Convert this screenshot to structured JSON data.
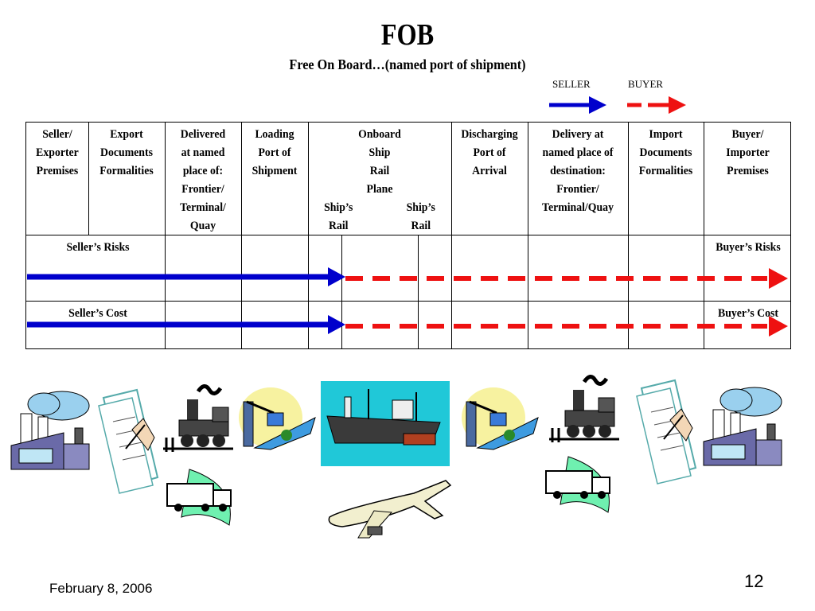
{
  "title": "FOB",
  "subtitle": "Free On Board…(named port of shipment)",
  "legend": {
    "seller": "SELLER",
    "buyer": "BUYER",
    "seller_color": "#0000cc",
    "buyer_color": "#ee1111"
  },
  "columns": [
    {
      "lines": [
        "Seller/",
        "Exporter",
        "Premises"
      ]
    },
    {
      "lines": [
        "Export",
        "Documents",
        "Formalities"
      ]
    },
    {
      "lines": [
        "Delivered",
        "at named",
        "place of:",
        "Frontier/",
        "Terminal/",
        "Quay"
      ]
    },
    {
      "lines": [
        "Loading",
        "Port of",
        "Shipment"
      ]
    },
    {
      "lines": [
        "Onboard",
        "Ship",
        "Rail",
        "Plane"
      ],
      "sub_left": [
        "Ship’s",
        "Rail"
      ],
      "sub_right": [
        "Ship’s",
        "Rail"
      ]
    },
    {
      "lines": [
        "Discharging",
        "Port of",
        "Arrival"
      ]
    },
    {
      "lines": [
        "Delivery at",
        "named place of",
        "destination:",
        "Frontier/",
        "Terminal/Quay"
      ]
    },
    {
      "lines": [
        "Import",
        "Documents",
        "Formalities"
      ]
    },
    {
      "lines": [
        "Buyer/",
        "Importer",
        "Premises"
      ]
    }
  ],
  "rows": {
    "risks": {
      "seller_label": "Seller’s Risks",
      "buyer_label": "Buyer’s Risks"
    },
    "cost": {
      "seller_label": "Seller’s Cost",
      "buyer_label": "Buyer’s Cost"
    }
  },
  "icons": [
    "factory-icon",
    "document-signing-icon",
    "train-icon",
    "truck-icon",
    "port-crane-icon",
    "cargo-ship-icon",
    "airplane-icon",
    "port-crane-icon",
    "train-icon",
    "truck-icon",
    "document-signing-icon",
    "factory-icon"
  ],
  "footer": {
    "date": "February 8, 2006",
    "page": "12"
  }
}
